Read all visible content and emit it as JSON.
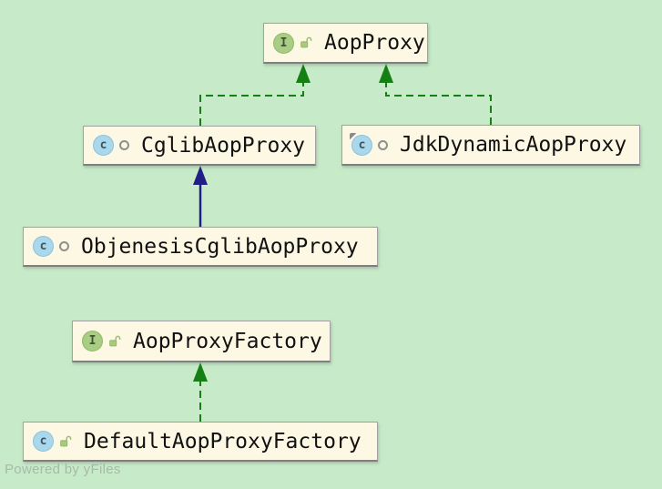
{
  "watermark": "Powered by yFiles",
  "icons": {
    "interface_glyph": "I",
    "class_glyph": "c"
  },
  "colors": {
    "background": "#c7ebc9",
    "node_fill": "#fcf8e3",
    "node_border": "#a2a2a2",
    "realization_edge_green": "#148014",
    "generalization_edge_blue": "#1f1f87",
    "interface_icon_green": "#a9cd82",
    "class_icon_blue": "#a9d7ec"
  },
  "nodes": [
    {
      "label": "AopProxy",
      "kind": "interface",
      "visibility": "public"
    },
    {
      "label": "CglibAopProxy",
      "kind": "class",
      "visibility": "package-private"
    },
    {
      "label": "JdkDynamicAopProxy",
      "kind": "class",
      "visibility": "package-private",
      "modifier": "final"
    },
    {
      "label": "ObjenesisCglibAopProxy",
      "kind": "class",
      "visibility": "package-private"
    },
    {
      "label": "AopProxyFactory",
      "kind": "interface",
      "visibility": "public"
    },
    {
      "label": "DefaultAopProxyFactory",
      "kind": "class",
      "visibility": "public"
    }
  ],
  "edges": [
    {
      "from": "CglibAopProxy",
      "to": "AopProxy",
      "type": "realization",
      "style": "dashed-green-filled-arrow"
    },
    {
      "from": "JdkDynamicAopProxy",
      "to": "AopProxy",
      "type": "realization",
      "style": "dashed-green-filled-arrow"
    },
    {
      "from": "ObjenesisCglibAopProxy",
      "to": "CglibAopProxy",
      "type": "generalization",
      "style": "solid-blue-filled-arrow"
    },
    {
      "from": "DefaultAopProxyFactory",
      "to": "AopProxyFactory",
      "type": "realization",
      "style": "dashed-green-filled-arrow"
    }
  ]
}
